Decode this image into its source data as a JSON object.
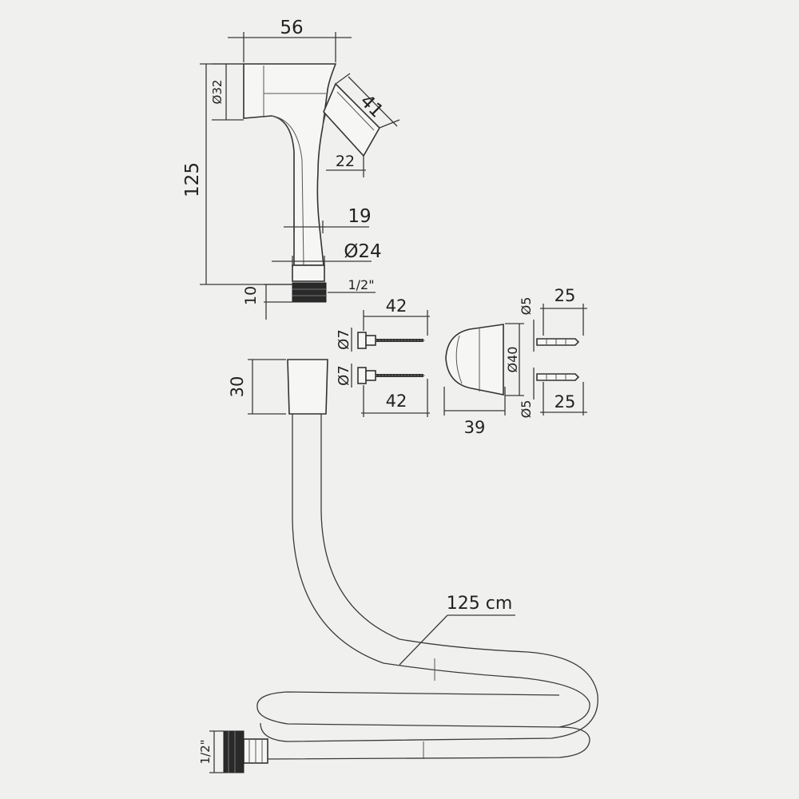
{
  "dimensions": {
    "head_width": "56",
    "head_diameter": "Ø32",
    "nozzle_length": "41",
    "nozzle_offset": "22",
    "total_height": "125",
    "neck_width": "19",
    "neck_diameter": "Ø24",
    "thread_size_top": "1/2\"",
    "thread_height": "10",
    "screw_length_top": "42",
    "screw_length_bottom": "42",
    "screw_diameter_top": "Ø7",
    "screw_diameter_bottom": "Ø7",
    "cone_height": "30",
    "holder_width": "39",
    "holder_diameter": "Ø40",
    "anchor_diameter_top": "Ø5",
    "anchor_diameter_bottom": "Ø5",
    "anchor_length_top": "25",
    "anchor_length_bottom": "25",
    "hose_length": "125 cm",
    "thread_size_bottom": "1/2\""
  },
  "colors": {
    "background": "#f0f0ee",
    "line": "#333333",
    "thread": "#2a2a2a"
  }
}
